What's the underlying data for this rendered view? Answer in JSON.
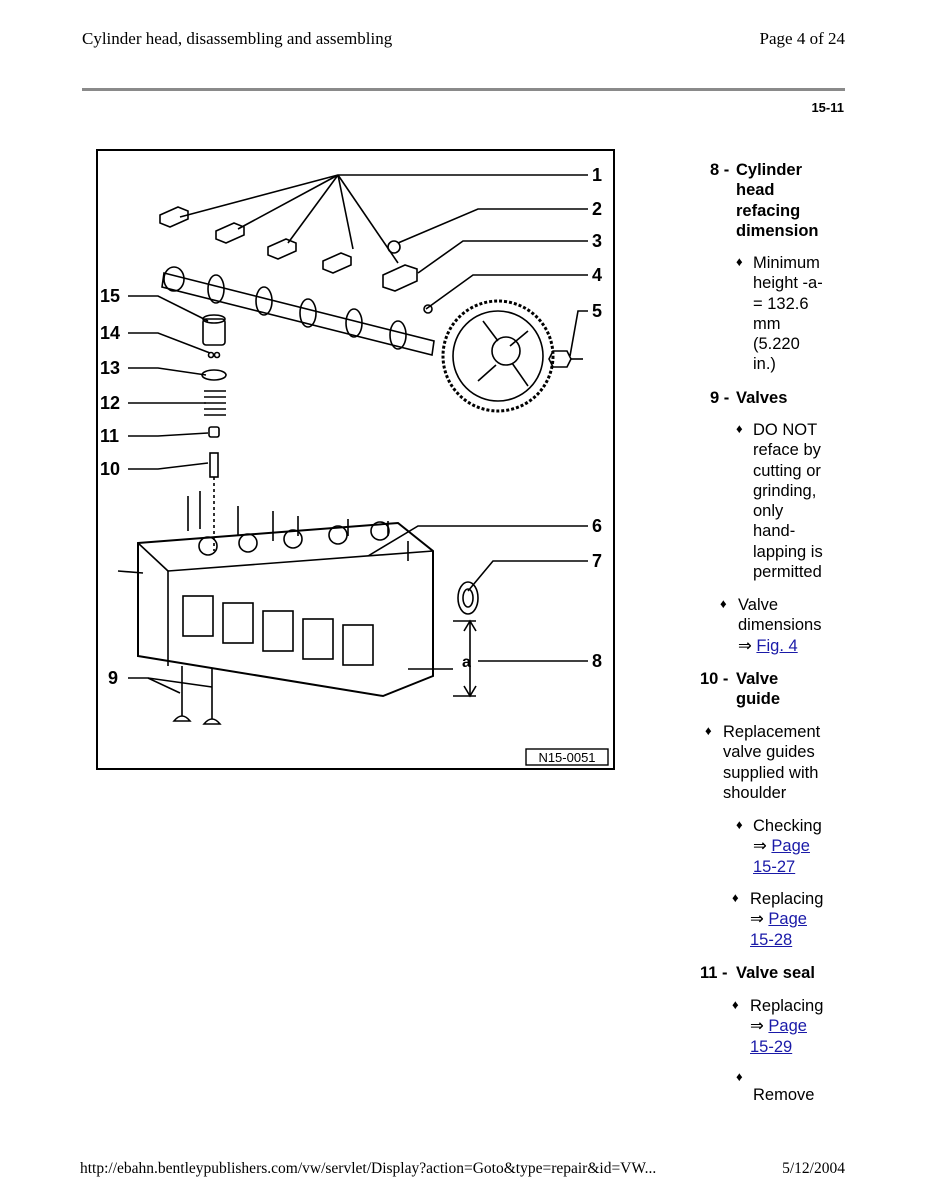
{
  "header": {
    "title": "Cylinder head, disassembling and assembling",
    "page": "Page 4 of 24",
    "section": "15-11"
  },
  "figure": {
    "code": "N15-0051",
    "dimension_label": "a",
    "callouts": [
      "1",
      "2",
      "3",
      "4",
      "5",
      "6",
      "7",
      "8",
      "9",
      "10",
      "11",
      "12",
      "13",
      "14",
      "15"
    ]
  },
  "items": {
    "i8": {
      "num": "8 -",
      "title_lines": [
        "Cylinder",
        "head",
        "refacing",
        "dimension"
      ],
      "note": [
        "Minimum",
        "height -a-",
        "= 132.6",
        "mm",
        "(5.220",
        "in.)"
      ]
    },
    "i9": {
      "num": "9 -",
      "title": "Valves",
      "note1": [
        "DO NOT",
        "reface by",
        "cutting or",
        "grinding,",
        "only",
        "hand-",
        "lapping is",
        "permitted"
      ],
      "note2": [
        "Valve",
        "dimensions"
      ],
      "note2_arrow": "⇒",
      "note2_link": "Fig. 4"
    },
    "i10": {
      "num": "10 -",
      "title_lines": [
        "Valve",
        "guide"
      ],
      "note1": [
        "Replacement",
        "valve guides",
        "supplied with",
        "shoulder"
      ],
      "check_label": "Checking",
      "check_arrow": "⇒",
      "check_link": [
        "Page",
        "15-27"
      ],
      "replace_label": "Replacing",
      "replace_arrow": "⇒",
      "replace_link": [
        "Page",
        "15-28"
      ]
    },
    "i11": {
      "num": "11 -",
      "title": "Valve seal",
      "replace_label": "Replacing",
      "replace_arrow": "⇒",
      "replace_link": [
        "Page",
        "15-29"
      ],
      "remove_label": "Remove"
    }
  },
  "bullet_glyph": "♦",
  "footer": {
    "url": "http://ebahn.bentleypublishers.com/vw/servlet/Display?action=Goto&type=repair&id=VW...",
    "date": "5/12/2004"
  }
}
